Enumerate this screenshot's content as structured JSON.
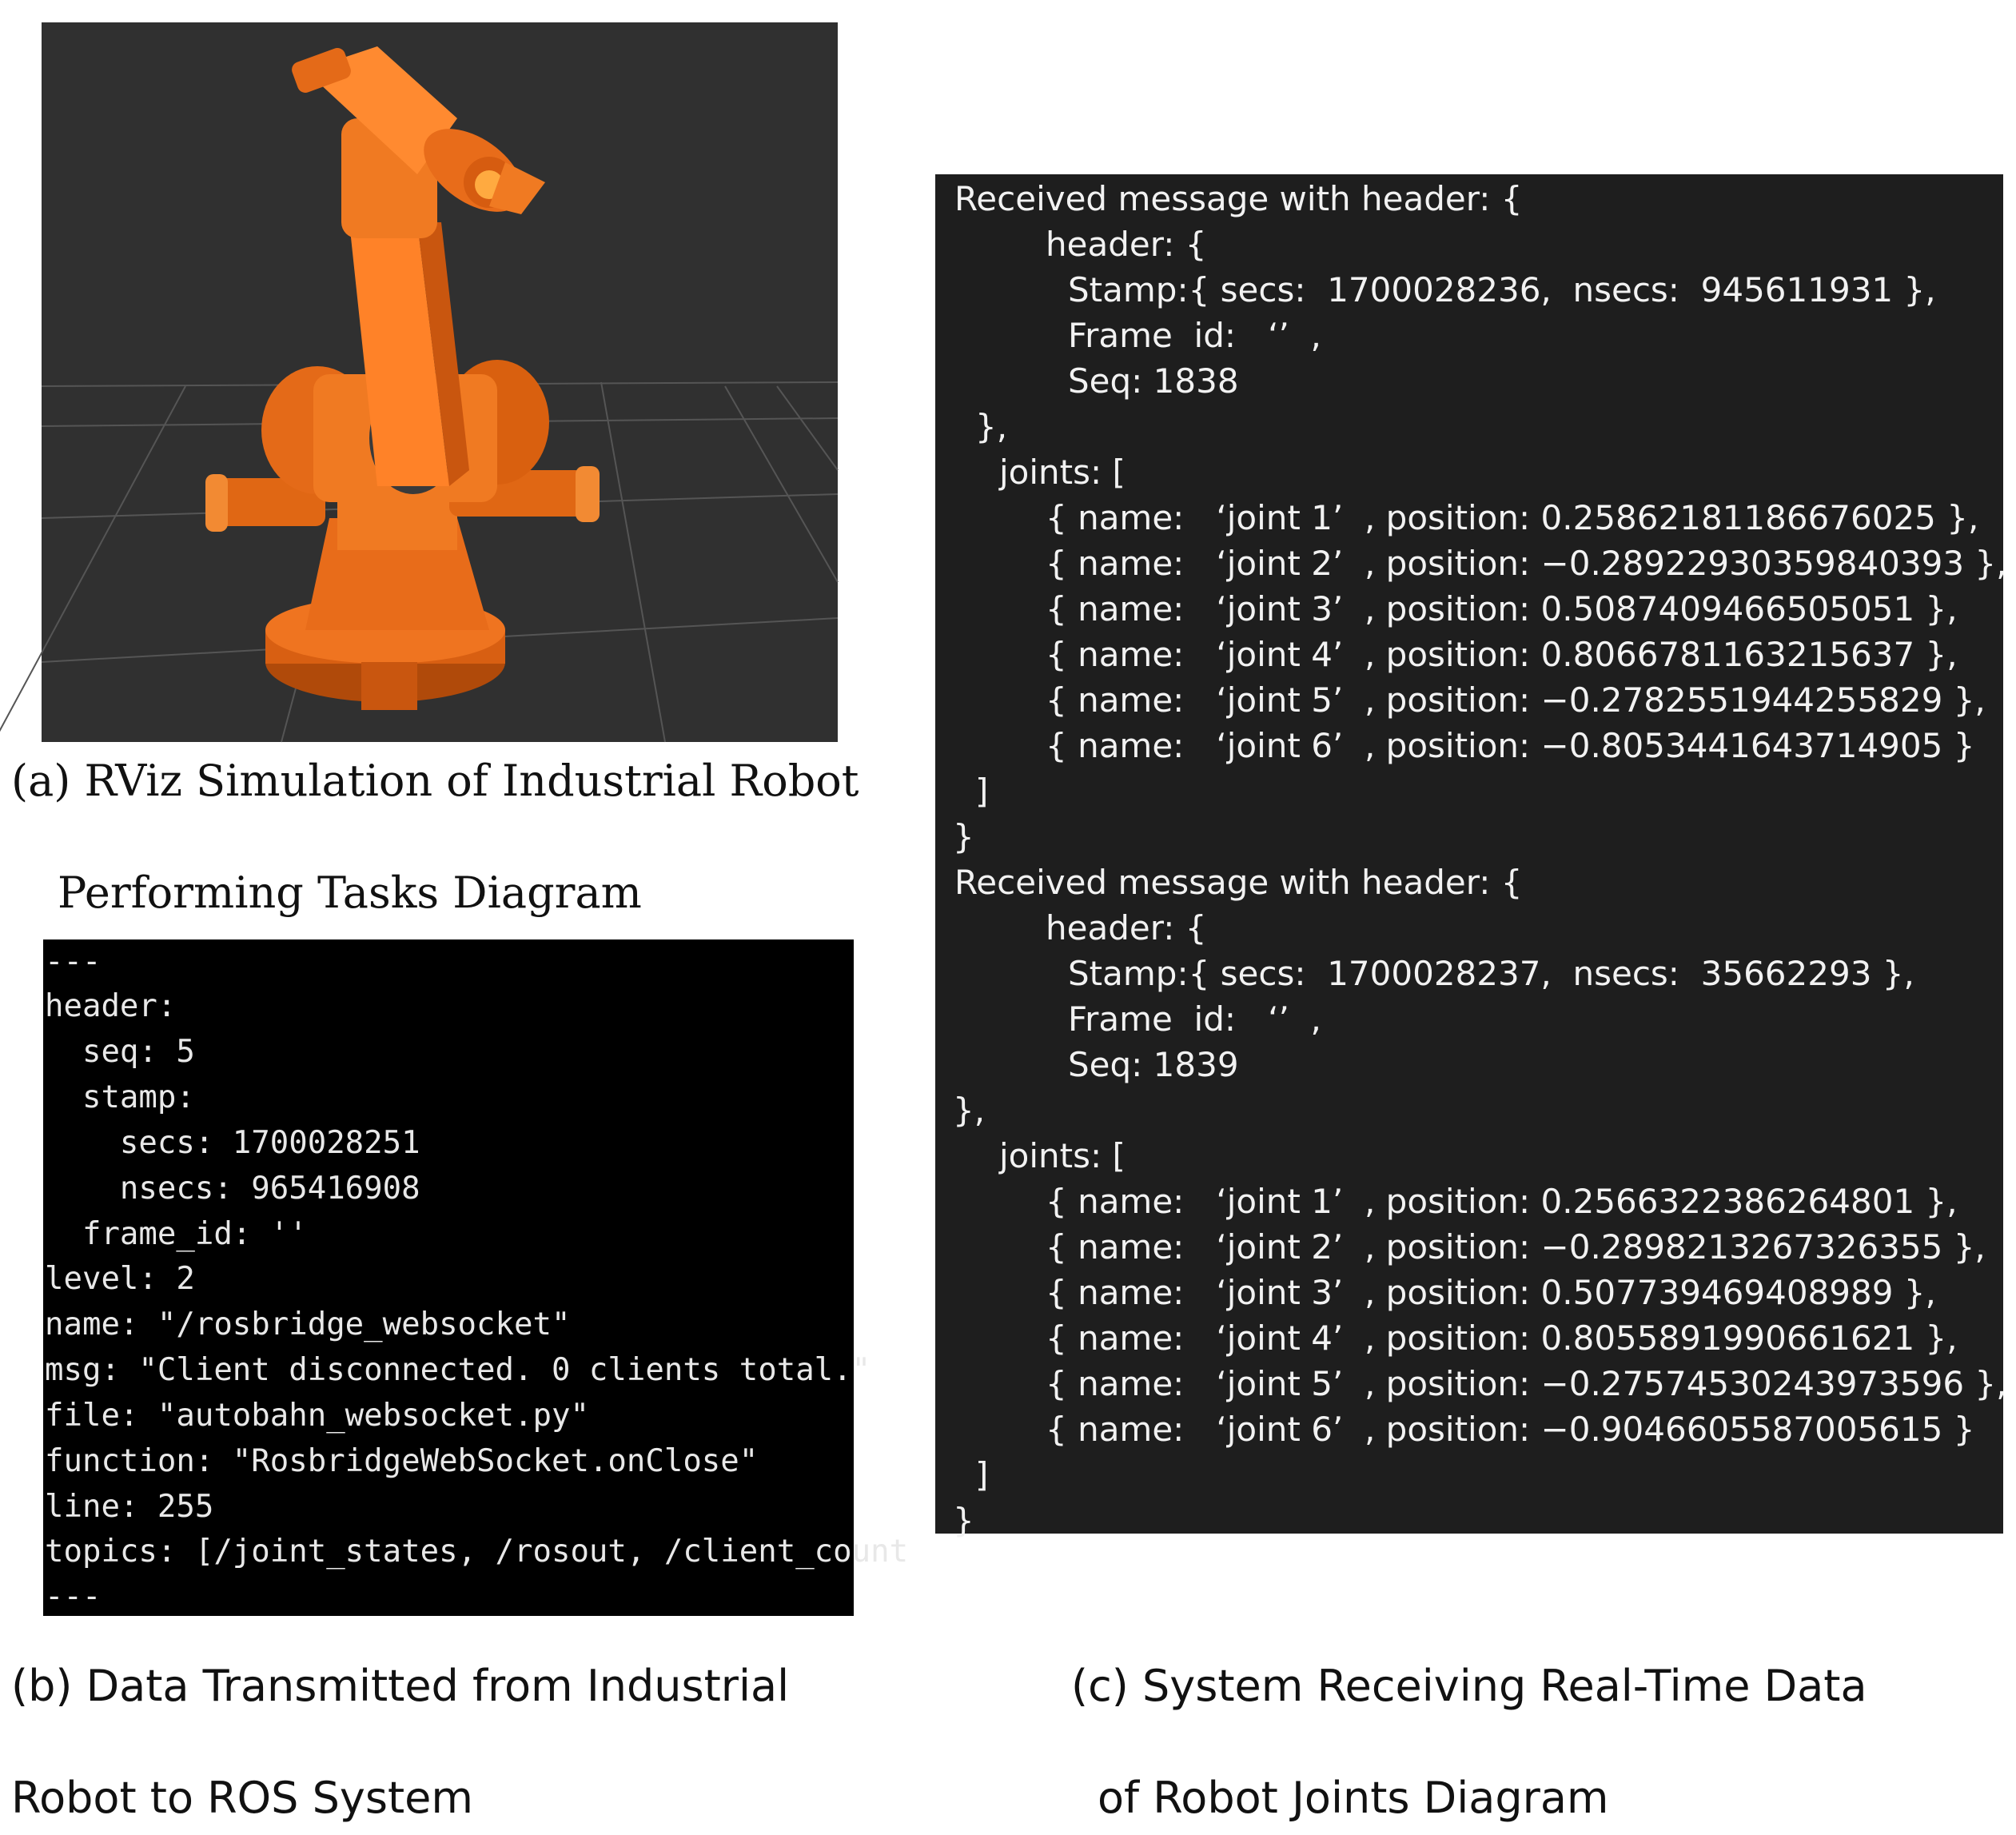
{
  "panel_a": {
    "caption_line1": "(a)  RViz Simulation of Industrial Robot",
    "caption_line2": "Performing Tasks Diagram",
    "viewport_background": "#303030",
    "robot_color": "#ff7a1f",
    "grid_color": "#5a5a5a"
  },
  "panel_b": {
    "caption_line1": "(b)  Data Transmitted from Industrial",
    "caption_line2": "Robot to ROS System",
    "lines": [
      "---",
      "header:",
      "  seq: 5",
      "  stamp:",
      "    secs: 1700028251",
      "    nsecs: 965416908",
      "  frame_id: ''",
      "level: 2",
      "name: \"/rosbridge_websocket\"",
      "msg: \"Client disconnected. 0 clients total.\"",
      "file: \"autobahn_websocket.py\"",
      "function: \"RosbridgeWebSocket.onClose\"",
      "line: 255",
      "topics: [/joint_states, /rosout, /client_count",
      "---"
    ]
  },
  "panel_c": {
    "caption_line1": "(c)  System Receiving Real-Time Data",
    "caption_line2": "of Robot Joints Diagram",
    "lines": [
      "Received message with header: {",
      "header: {",
      "Stamp:{ secs:  1700028236,  nsecs:  945611931 },",
      "Frame  id:   ‘’  ,",
      "Seq: 1838",
      "},",
      "joints: [",
      "{ name:   ‘joint 1’  , position: 0.25862181186676025 },",
      "{ name:   ‘joint 2’  , position: −0.28922930359840393 },",
      "{ name:   ‘joint 3’  , position: 0.5087409466505051 },",
      "{ name:   ‘joint 4’  , position: 0.8066781163215637 },",
      "{ name:   ‘joint 5’  , position: −0.2782551944255829 },",
      "{ name:   ‘joint 6’  , position: −0.8053441643714905 }",
      "]",
      "}",
      "Received message with header: {",
      "header: {",
      "Stamp:{ secs:  1700028237,  nsecs:  35662293 },",
      "Frame  id:   ‘’  ,",
      "Seq: 1839",
      "},",
      "joints: [",
      "{ name:   ‘joint 1’  , position: 0.2566322386264801 },",
      "{ name:   ‘joint 2’  , position: −0.2898213267326355 },",
      "{ name:   ‘joint 3’  , position: 0.507739469408989 },",
      "{ name:   ‘joint 4’  , position: 0.8055891990661621 },",
      "{ name:   ‘joint 5’  , position: −0.27574530243973596 },",
      "{ name:   ‘joint 6’  , position: −0.9046605587005615 }",
      "]",
      "}"
    ]
  }
}
